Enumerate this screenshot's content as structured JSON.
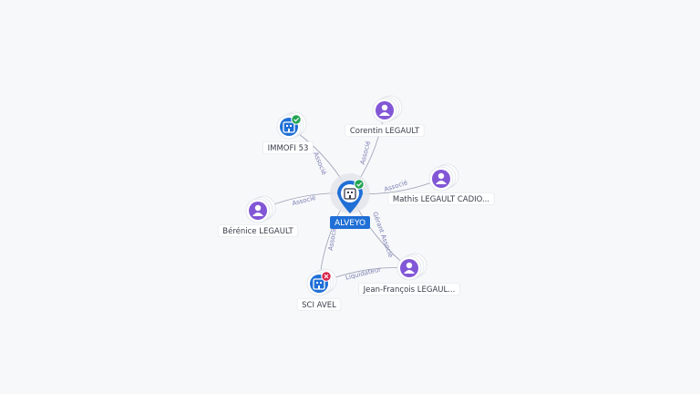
{
  "center": {
    "label": "ALVEYO",
    "icon": "company-icon",
    "status": "active"
  },
  "nodes": [
    {
      "id": "immofi",
      "kind": "company",
      "label": "IMMOFI 53",
      "status": "active"
    },
    {
      "id": "corentin",
      "kind": "person",
      "label": "Corentin LEGAULT"
    },
    {
      "id": "mathis",
      "kind": "person",
      "label": "Mathis LEGAULT CADIO..."
    },
    {
      "id": "berenice",
      "kind": "person",
      "label": "Bérénice LEGAULT"
    },
    {
      "id": "jeanfrancois",
      "kind": "person",
      "label": "Jean-François LEGAUL..."
    },
    {
      "id": "sciavel",
      "kind": "company",
      "label": "SCI AVEL",
      "status": "closed"
    }
  ],
  "edges": [
    {
      "from": "center",
      "to": "immofi",
      "label": "Associé"
    },
    {
      "from": "center",
      "to": "corentin",
      "label": "Associé"
    },
    {
      "from": "center",
      "to": "mathis",
      "label": "Associé"
    },
    {
      "from": "center",
      "to": "berenice",
      "label": "Associé"
    },
    {
      "from": "center",
      "to": "jeanfrancois",
      "label": "Gérant Associé"
    },
    {
      "from": "center",
      "to": "sciavel",
      "label": "Associé"
    },
    {
      "from": "jeanfrancois",
      "to": "sciavel",
      "label": "Liquidateur"
    }
  ],
  "colors": {
    "company": "#1f6fd6",
    "person": "#8257d6",
    "active": "#23a453",
    "closed": "#d9234a",
    "edge": "#9aa0b4"
  }
}
